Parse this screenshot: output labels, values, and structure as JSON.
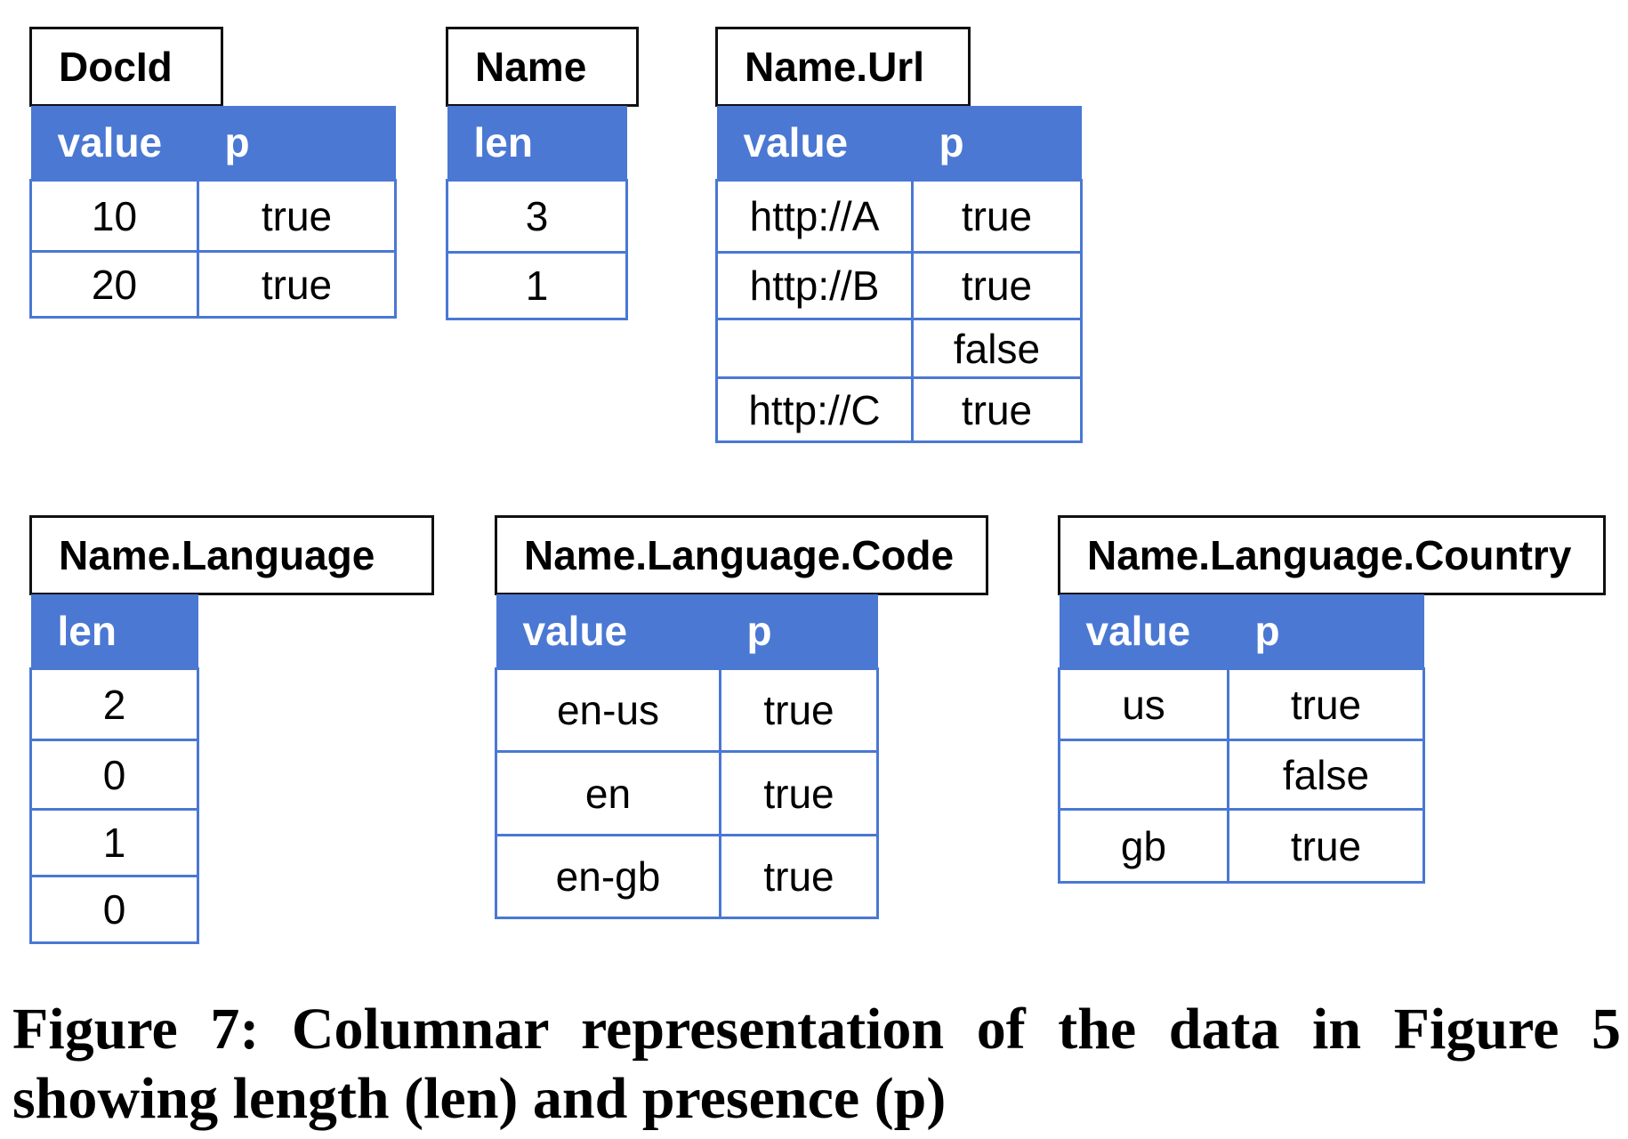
{
  "columns": {
    "docid": {
      "title": "DocId",
      "headers": [
        "value",
        "p"
      ],
      "rows": [
        [
          "10",
          "true"
        ],
        [
          "20",
          "true"
        ]
      ]
    },
    "name": {
      "title": "Name",
      "headers": [
        "len"
      ],
      "rows": [
        [
          "3"
        ],
        [
          "1"
        ]
      ]
    },
    "name_url": {
      "title": "Name.Url",
      "headers": [
        "value",
        "p"
      ],
      "rows": [
        [
          "http://A",
          "true"
        ],
        [
          "http://B",
          "true"
        ],
        [
          "",
          "false"
        ],
        [
          "http://C",
          "true"
        ]
      ]
    },
    "name_language": {
      "title": "Name.Language",
      "headers": [
        "len"
      ],
      "rows": [
        [
          "2"
        ],
        [
          "0"
        ],
        [
          "1"
        ],
        [
          "0"
        ]
      ]
    },
    "name_language_code": {
      "title": "Name.Language.Code",
      "headers": [
        "value",
        "p"
      ],
      "rows": [
        [
          "en-us",
          "true"
        ],
        [
          "en",
          "true"
        ],
        [
          "en-gb",
          "true"
        ]
      ]
    },
    "name_language_country": {
      "title": "Name.Language.Country",
      "headers": [
        "value",
        "p"
      ],
      "rows": [
        [
          "us",
          "true"
        ],
        [
          "",
          "false"
        ],
        [
          "gb",
          "true"
        ]
      ]
    }
  },
  "caption": "Figure 7:  Columnar representation of the data in Figure 5 showing length (len) and presence (p)",
  "colors": {
    "header_fill": "#4a78d3",
    "title_border": "#111111"
  }
}
